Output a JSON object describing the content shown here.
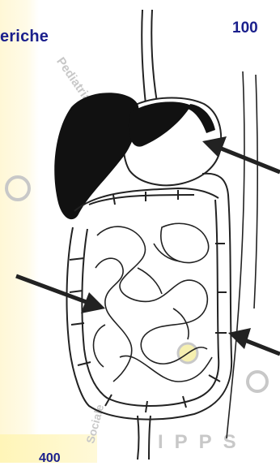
{
  "labels": {
    "top_left": "eriche",
    "top_right": "100",
    "bottom": "400"
  },
  "watermark": {
    "text_left": "Pediatria Preventiva",
    "text_bottom": "Sociale",
    "letters": "IPPS"
  },
  "colors": {
    "label": "#1a1f8c",
    "ink": "#222222",
    "organ_fill": "#111111",
    "watermark": "#c8c8c8",
    "panel": "#fff7d6"
  }
}
